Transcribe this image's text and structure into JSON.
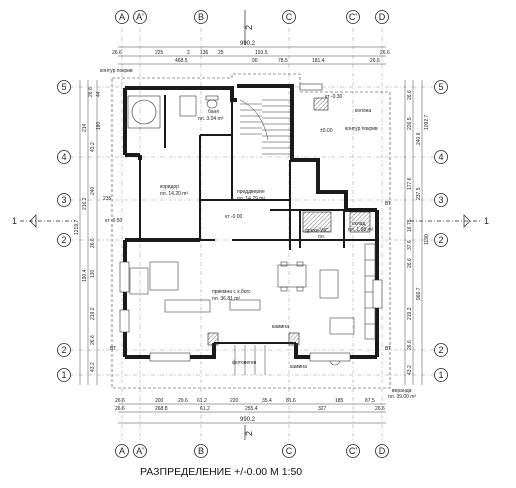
{
  "title": "РАЗПРЕДЕЛЕНИЕ +/-0.00 М 1:50",
  "axes_vertical": [
    "A",
    "A'",
    "B",
    "C",
    "C'",
    "D"
  ],
  "axes_horizontal": [
    "5",
    "4",
    "3",
    "2",
    "1"
  ],
  "section_marks": {
    "vertical": "2",
    "horizontal": "1"
  },
  "top_dims": {
    "total": "990.2",
    "row2": [
      "26.6",
      "225",
      "2",
      "136",
      "25",
      "193.5",
      "26.6"
    ],
    "row3": [
      "468.5",
      "90",
      "78.5",
      "181.4",
      "26.6"
    ]
  },
  "bottom_dims": {
    "row1": [
      "26.6",
      "200",
      "29.6",
      "61.2",
      "220",
      "35.4",
      "81.6",
      "185",
      "87.5"
    ],
    "row2": [
      "26.6",
      "268.8",
      "61.2",
      "255.4",
      "327",
      "26.6"
    ],
    "total": "990.2"
  },
  "left_dims": [
    "26.6",
    "44",
    "214",
    "43.2",
    "180",
    "235",
    "240",
    "216.2",
    "26.6",
    "130",
    "190.4",
    "219.2",
    "26.6",
    "43.2",
    "1219.7"
  ],
  "right_dims": [
    "26.6",
    "226.5",
    "240.6",
    "1092.7",
    "177.6",
    "237.5",
    "16.75",
    "37.6",
    "1190",
    "26.6",
    "966.7",
    "219.2",
    "26.6",
    "43.2"
  ],
  "rooms": [
    {
      "name": "баня",
      "area": "пл. 3.04 m²"
    },
    {
      "name": "коридор",
      "area": "пл. 14.20 m²"
    },
    {
      "name": "преддверие",
      "area": "пл. 14.29 m²"
    },
    {
      "name": "склад",
      "area": "пл. 1.98 m²"
    },
    {
      "name": "дрехи-WC",
      "area": "пл."
    },
    {
      "name": "приемна с к.богс",
      "area": "пл. 36.81 m²"
    },
    {
      "name": "веранда",
      "area": "пл. 39.00 m²"
    }
  ],
  "labels": {
    "contour_left": "контур покрив",
    "contour_right": "контур покрив",
    "kolona": "колона",
    "level_top": "кт -0.30",
    "level_mid": "±0.00",
    "level_left": "кт -0.50",
    "level_right": "кт -0.00",
    "kamina": "камина",
    "kamina2": "камина",
    "fotovegen": "фотовеген",
    "bt": "ВТ"
  },
  "colors": {
    "wall": "#1a1a1a",
    "line": "#333333",
    "hatch": "#888888"
  }
}
